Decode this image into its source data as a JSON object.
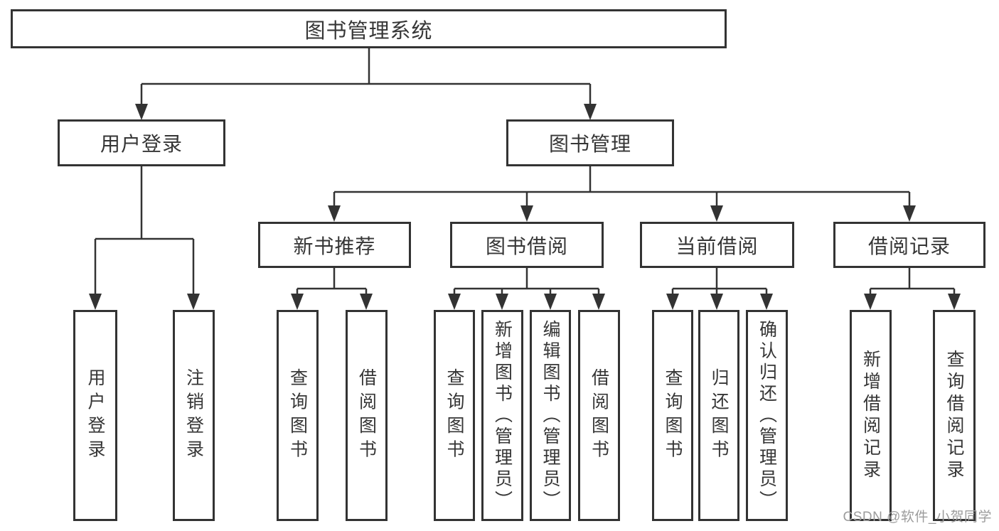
{
  "diagram_type": "hierarchy",
  "tree": {
    "label": "图书管理系统",
    "children": [
      {
        "label": "用户登录",
        "children": [
          {
            "label": "用户登录"
          },
          {
            "label": "注销登录"
          }
        ]
      },
      {
        "label": "图书管理",
        "children": [
          {
            "label": "新书推荐",
            "children": [
              {
                "label": "查询图书"
              },
              {
                "label": "借阅图书"
              }
            ]
          },
          {
            "label": "图书借阅",
            "children": [
              {
                "label": "查询图书"
              },
              {
                "label": "新增图书（管理员）"
              },
              {
                "label": "编辑图书（管理员）"
              },
              {
                "label": "借阅图书"
              }
            ]
          },
          {
            "label": "当前借阅",
            "children": [
              {
                "label": "查询图书"
              },
              {
                "label": "归还图书"
              },
              {
                "label": "确认归还（管理员）"
              }
            ]
          },
          {
            "label": "借阅记录",
            "children": [
              {
                "label": "新增借阅记录"
              },
              {
                "label": "查询借阅记录"
              }
            ]
          }
        ]
      }
    ]
  },
  "watermark": {
    "text": "CSDN @软件_小贺同学"
  },
  "colors": {
    "line": "#333333",
    "box_border": "#333333",
    "text": "#363636",
    "background": "#ffffff",
    "watermark": "#9c9c9c"
  }
}
